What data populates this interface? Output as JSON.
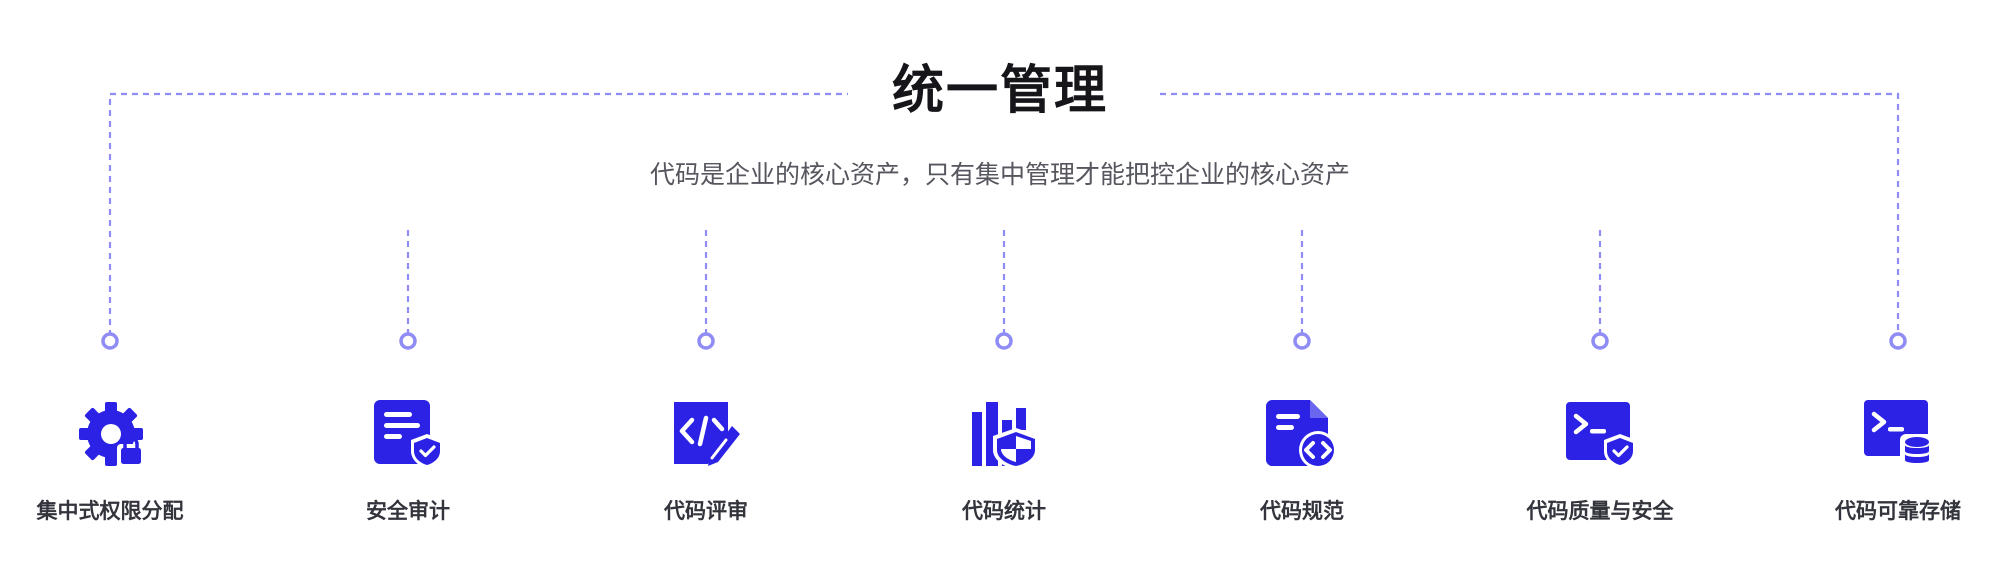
{
  "header": {
    "title": "统一管理",
    "subtitle": "代码是企业的核心资产，只有集中管理才能把控企业的核心资产"
  },
  "colors": {
    "accent": "#2b22e6",
    "connector": "#8f8cf5",
    "title": "#16161a",
    "subtitle": "#55565e",
    "label": "#33343c"
  },
  "features": [
    {
      "label": "集中式权限分配",
      "icon": "gear-lock-icon"
    },
    {
      "label": "安全审计",
      "icon": "document-shield-icon"
    },
    {
      "label": "代码评审",
      "icon": "code-review-icon"
    },
    {
      "label": "代码统计",
      "icon": "bar-chart-shield-icon"
    },
    {
      "label": "代码规范",
      "icon": "document-code-icon"
    },
    {
      "label": "代码质量与安全",
      "icon": "terminal-shield-icon"
    },
    {
      "label": "代码可靠存储",
      "icon": "terminal-database-icon"
    }
  ]
}
